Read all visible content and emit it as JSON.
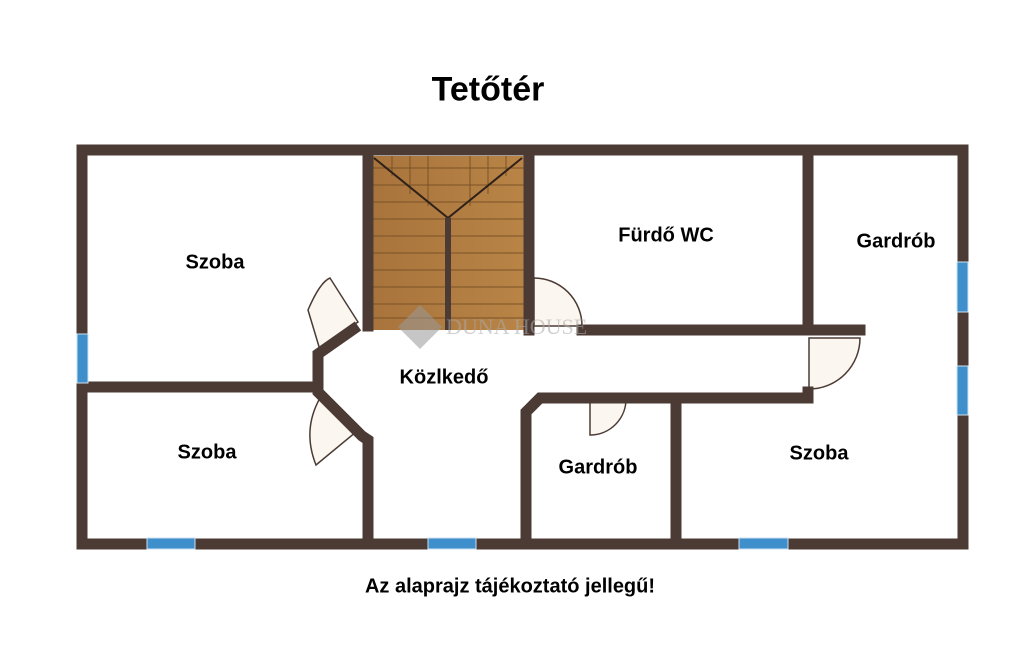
{
  "title": "Tetőtér",
  "rooms": {
    "szoba_top_left": "Szoba",
    "szoba_bottom_left": "Szoba",
    "furdo": "Fürdő WC",
    "gardrob_right": "Gardrób",
    "kozlekedo": "Közlkedő",
    "gardrob_bottom": "Gardrób",
    "szoba_bottom_right": "Szoba"
  },
  "watermark": "DUNA HOUSE",
  "disclaimer": "Az alaprajz tájékoztató jellegű!",
  "colors": {
    "wall": "#4b3b34",
    "window": "#3e8fcc",
    "stair": "#b07a3f",
    "door": "#fbf6ef"
  }
}
